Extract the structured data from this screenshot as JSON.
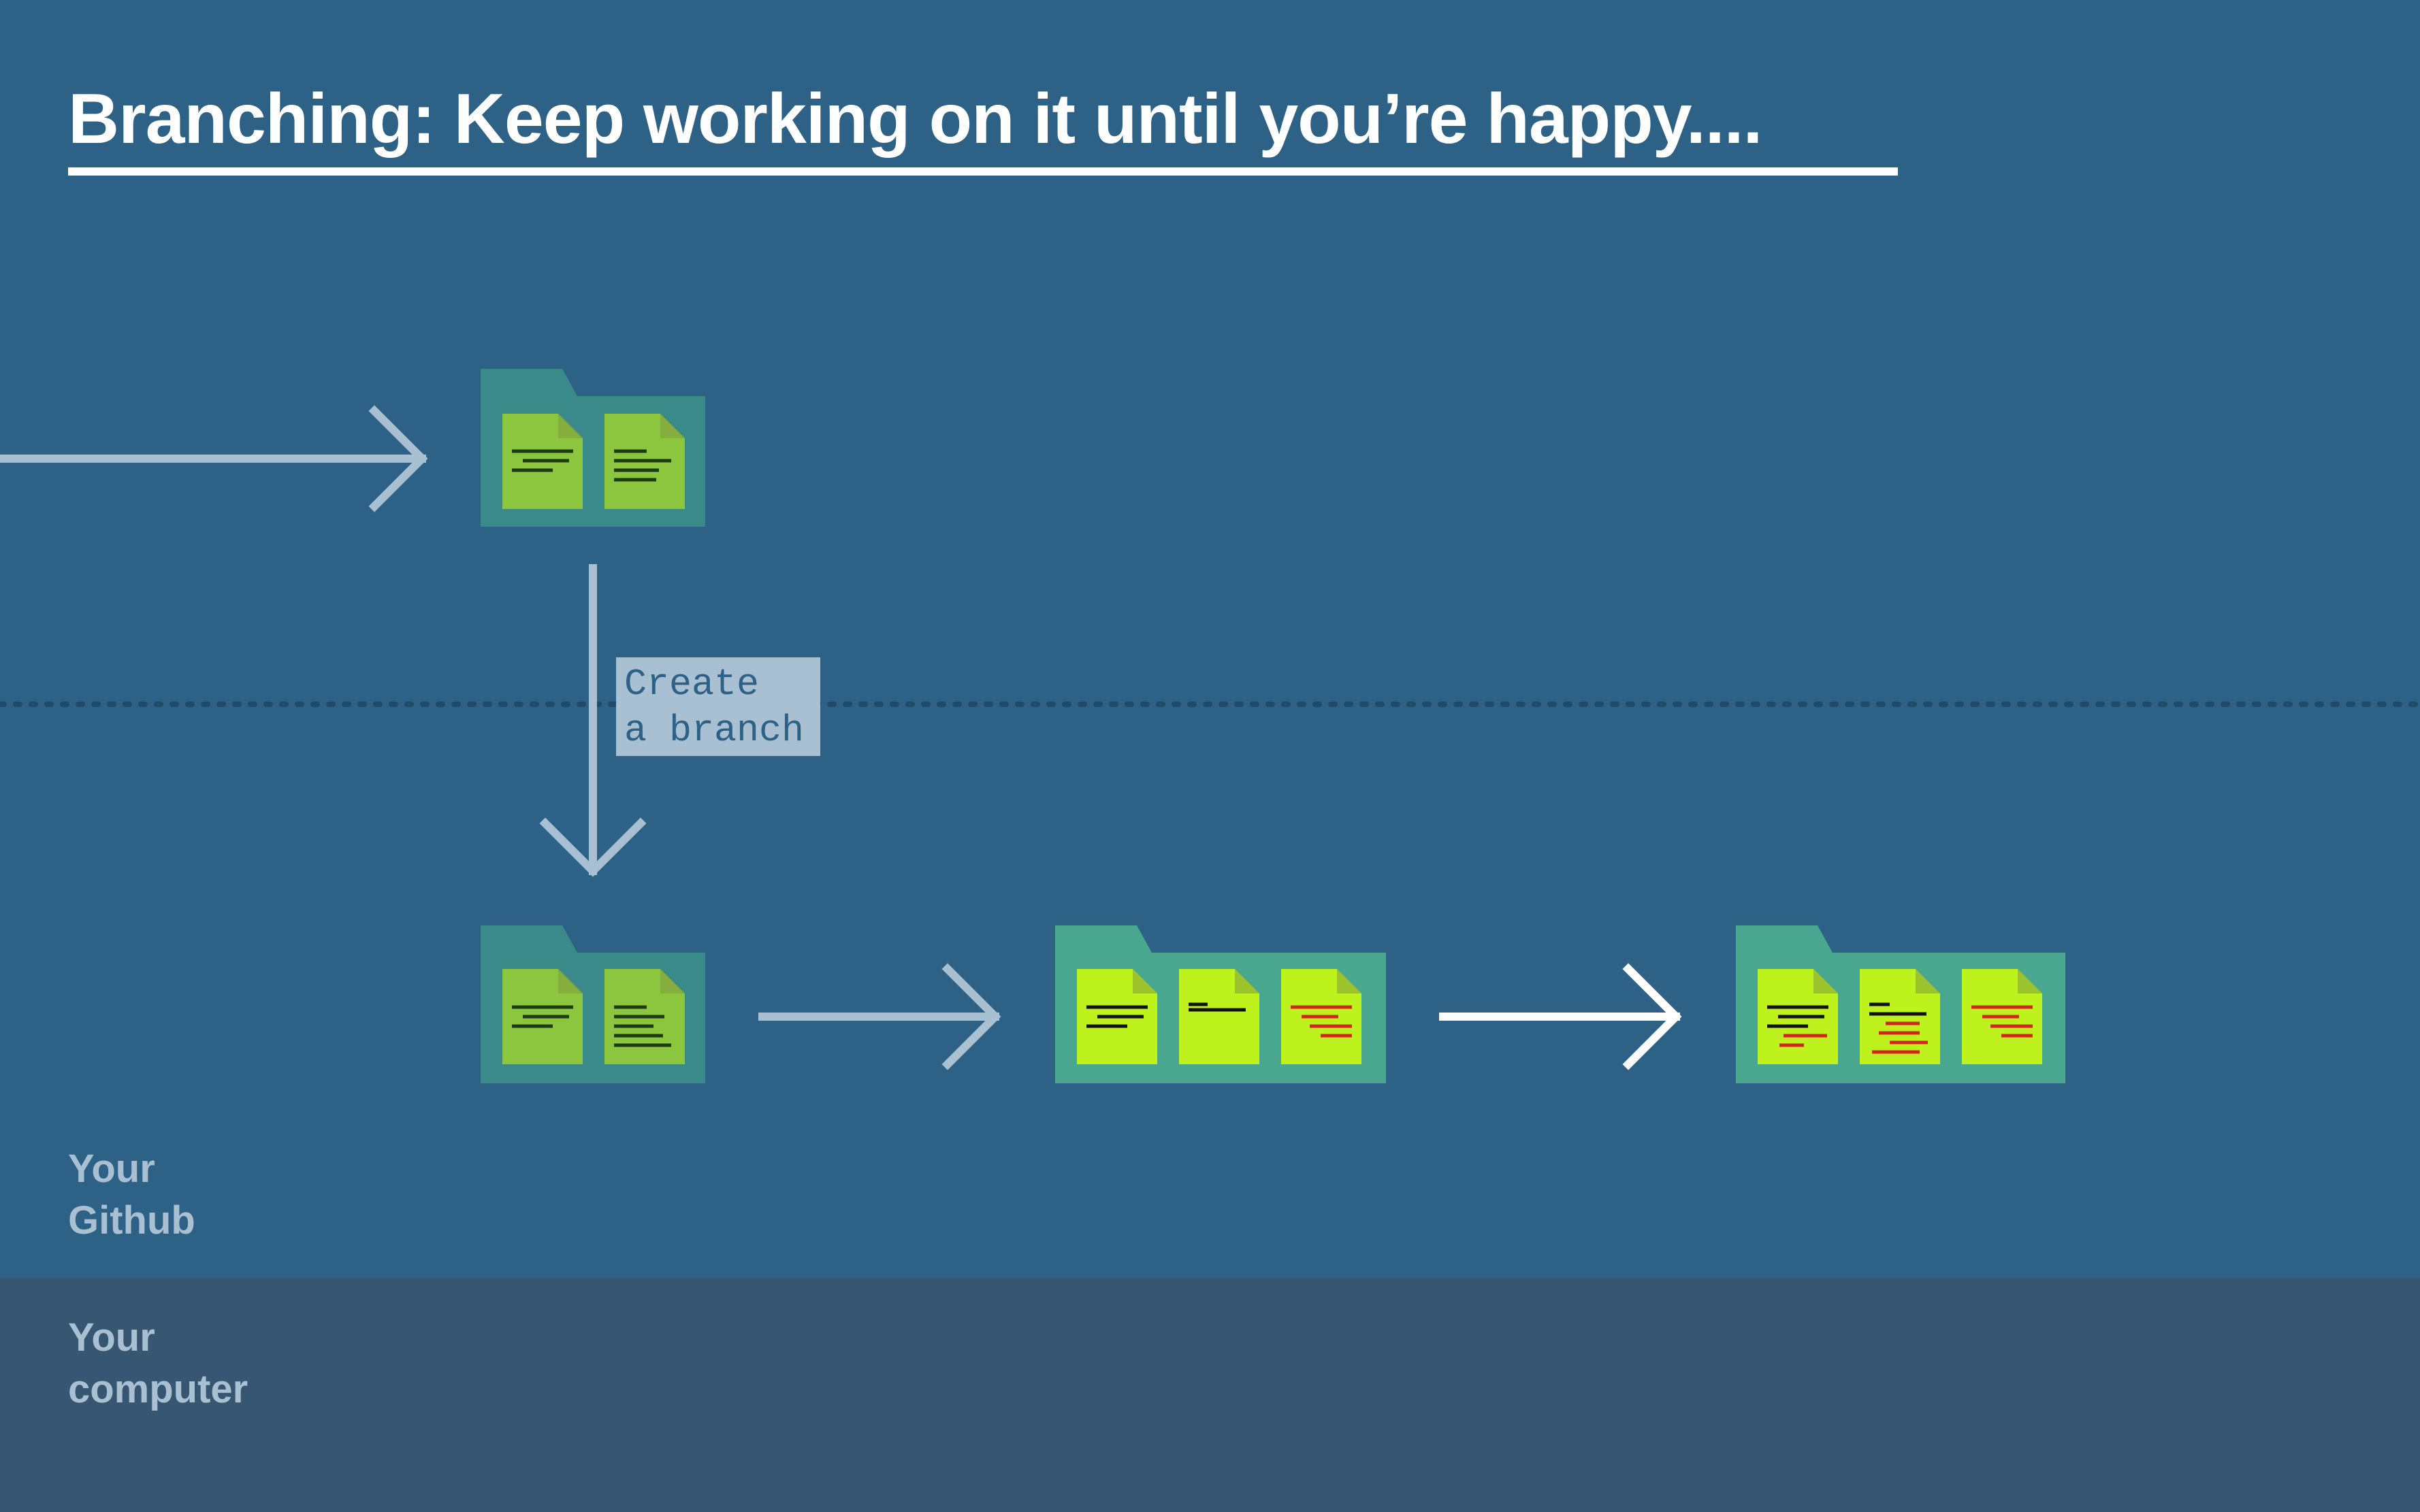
{
  "title": "Branching: Keep working on it until you’re happy....",
  "branch_label": "Create\na branch",
  "zones": {
    "github": "Your\nGithub",
    "computer": "Your\ncomputer"
  },
  "colors": {
    "background": "#2e6186",
    "computer_band": "#365672",
    "folder_github": "#3a8a8a",
    "folder_branch": "#49a68f",
    "file_green": "#8cc63f",
    "file_lime": "#bef21c",
    "arrow_light": "#a8c0d2",
    "arrow_white": "#ffffff",
    "text_edit_red": "#d0261c"
  }
}
